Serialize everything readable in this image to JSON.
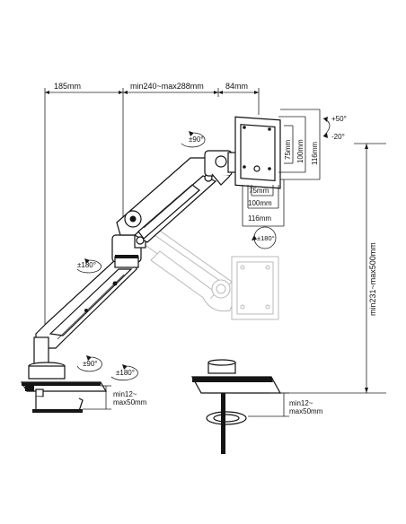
{
  "dimensions": {
    "arm_reach_1": "185mm",
    "arm_reach_2": "min240~max288mm",
    "head_offset": "84mm",
    "height_range": "min231~max500mm",
    "desk_clamp_left": "min12~\nmax50mm",
    "desk_clamp_right": "min12~\nmax50mm",
    "vesa_h1": "75mm",
    "vesa_h2": "100mm",
    "vesa_h3": "116mm",
    "vesa_v1": "75mm",
    "vesa_v2": "100mm",
    "vesa_v3": "116mm"
  },
  "rotations": {
    "head_swivel": "±90°",
    "tilt_up": "+50°",
    "tilt_down": "-20°",
    "head_rotate": "±180°",
    "elbow_rotate": "±180°",
    "base_swivel": "±90°",
    "base_rotate": "±180°"
  }
}
